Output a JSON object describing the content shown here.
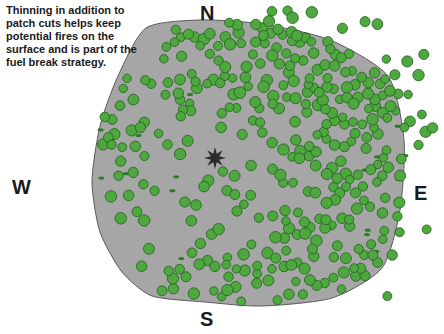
{
  "diagram": {
    "labels": [
      "Thinning in addition to patch cuts helps keep potential fires on the surface and is part of the fuel break strategy.",
      "N",
      "W",
      "E",
      "S"
    ]
  }
}
